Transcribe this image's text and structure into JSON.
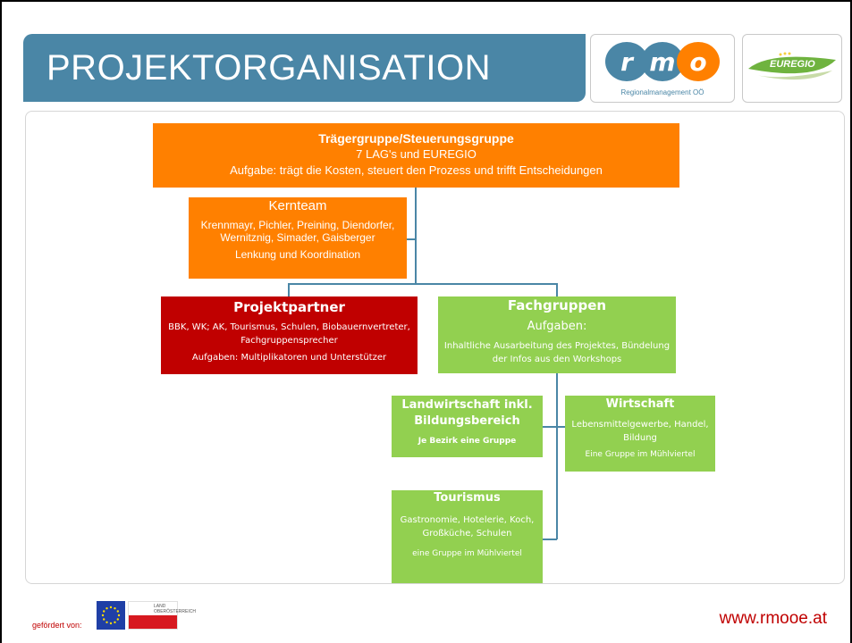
{
  "slide": {
    "title": "PROJEKTORGANISATION",
    "logos": {
      "rmo_text": "Regionalmanagement OÖ",
      "euregio_text": "EUREGIO"
    }
  },
  "boxes": {
    "traeger": {
      "title": "Trägergruppe/Steuerungsgruppe",
      "line2": "7 LAG's  und EUREGIO",
      "line3": "Aufgabe: trägt die Kosten, steuert den Prozess und trifft Entscheidungen"
    },
    "kernteam": {
      "title": "Kernteam",
      "members": "Krennmayr, Pichler, Preining, Diendorfer, Wernitznig, Simader, Gaisberger",
      "task": "Lenkung und Koordination"
    },
    "projektpartner": {
      "title": "Projektpartner",
      "members": "BBK, WK; AK, Tourismus, Schulen, Biobauernvertreter, Fachgruppensprecher",
      "task": "Aufgaben: Multiplikatoren und Unterstützer"
    },
    "fachgruppen": {
      "title": "Fachgruppen",
      "subtitle": "Aufgaben:",
      "task": "Inhaltliche Ausarbeitung des Projektes, Bündelung der Infos aus den Workshops"
    },
    "landwirtschaft": {
      "title": "Landwirtschaft inkl. Bildungsbereich",
      "note": "Je Bezirk eine Gruppe"
    },
    "wirtschaft": {
      "title": "Wirtschaft",
      "members": "Lebensmittelgewerbe, Handel, Bildung",
      "note": "Eine Gruppe im Mühlviertel"
    },
    "tourismus": {
      "title": "Tourismus",
      "members": "Gastronomie, Hotelerie, Koch, Großküche, Schulen",
      "note": "eine Gruppe im Mühlviertel"
    }
  },
  "footer": {
    "funded_by": "gefördert von:",
    "land_logo_text": "LAND OBERÖSTERREICH",
    "website": "www.rmooe.at"
  },
  "colors": {
    "title_bar": "#4a86a6",
    "orange": "#ff8000",
    "red": "#c00000",
    "green": "#92d050",
    "connector": "#4a86a6"
  }
}
